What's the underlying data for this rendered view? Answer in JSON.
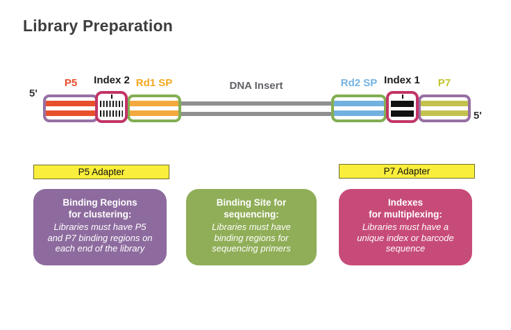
{
  "title": "Library Preparation",
  "diagram": {
    "five_prime_left": "5'",
    "five_prime_right": "5'",
    "dna_insert_label": "DNA Insert",
    "dna_bar_color": "#8f9091",
    "segments": [
      {
        "id": "p5",
        "label": "P5",
        "label_color": "#e74c28",
        "border_color": "#9770a3",
        "stripe_color": "#e8502c",
        "pattern": "stripes"
      },
      {
        "id": "index2",
        "label": "Index 2",
        "label_color": "#1b1b1b",
        "border_color": "#c13467",
        "stripe_color": "#111111",
        "pattern": "vertical-dashes"
      },
      {
        "id": "rd1sp",
        "label": "Rd1 SP",
        "label_color": "#f4a71f",
        "border_color": "#82ae53",
        "stripe_color": "#f3a93e",
        "pattern": "stripes"
      },
      {
        "id": "rd2sp",
        "label": "Rd2 SP",
        "label_color": "#74b3e3",
        "border_color": "#82ae53",
        "stripe_color": "#72b1df",
        "pattern": "stripes"
      },
      {
        "id": "index1",
        "label": "Index 1",
        "label_color": "#1b1b1b",
        "border_color": "#c13467",
        "stripe_color": "#111111",
        "pattern": "solid-bars"
      },
      {
        "id": "p7",
        "label": "P7",
        "label_color": "#c3c42f",
        "border_color": "#9770a3",
        "stripe_color": "#c4c24e",
        "pattern": "stripes"
      }
    ]
  },
  "adapters": [
    {
      "label": "P5 Adapter",
      "bg": "#f9ee3b"
    },
    {
      "label": "P7 Adapter",
      "bg": "#f9ee3b"
    }
  ],
  "info_boxes": [
    {
      "heading": "Binding Regions\nfor clustering:",
      "body": "Libraries must have P5\nand P7 binding regions on\neach end of the library",
      "bg": "#8d6b9e"
    },
    {
      "heading": "Binding Site for\nsequencing:",
      "body": "Libraries must have\nbinding regions for\nsequencing primers",
      "bg": "#90ae58"
    },
    {
      "heading": "Indexes\nfor multiplexing:",
      "body": "Libraries must have a\nunique index or barcode\nsequence",
      "bg": "#c74b79"
    }
  ]
}
